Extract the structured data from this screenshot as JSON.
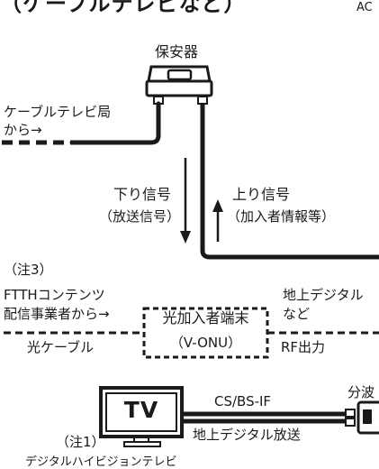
{
  "heading": "（ケーブルテレビなど）",
  "corner_cut_text": "AC",
  "protector_label": "保安器",
  "cable_tv_from_line1": "ケーブルテレビ局",
  "cable_tv_from_line2": "から→",
  "downlink_signal": "下り信号",
  "downlink_note": "（放送信号）",
  "uplink_signal": "上り信号",
  "uplink_note": "（加入者情報等）",
  "note3": "（注3）",
  "ftth_line1": "FTTHコンテンツ",
  "ftth_line2": "配信事業者から→",
  "onu_name": "光加入者端末",
  "onu_code": "（V-ONU）",
  "terrestrial_line1": "地上デジタル",
  "terrestrial_line2": "など",
  "optical_cable": "光ケーブル",
  "rf_output": "RF出力",
  "tv_logo": "TV",
  "cs_bs_if": "CS/BS-IF",
  "splitter_cut": "分波",
  "terrestrial_broadcast": "地上デジタル放送",
  "note1": "（注1）",
  "digital_hd_tv": "デジタルハイビジョンテレビ"
}
